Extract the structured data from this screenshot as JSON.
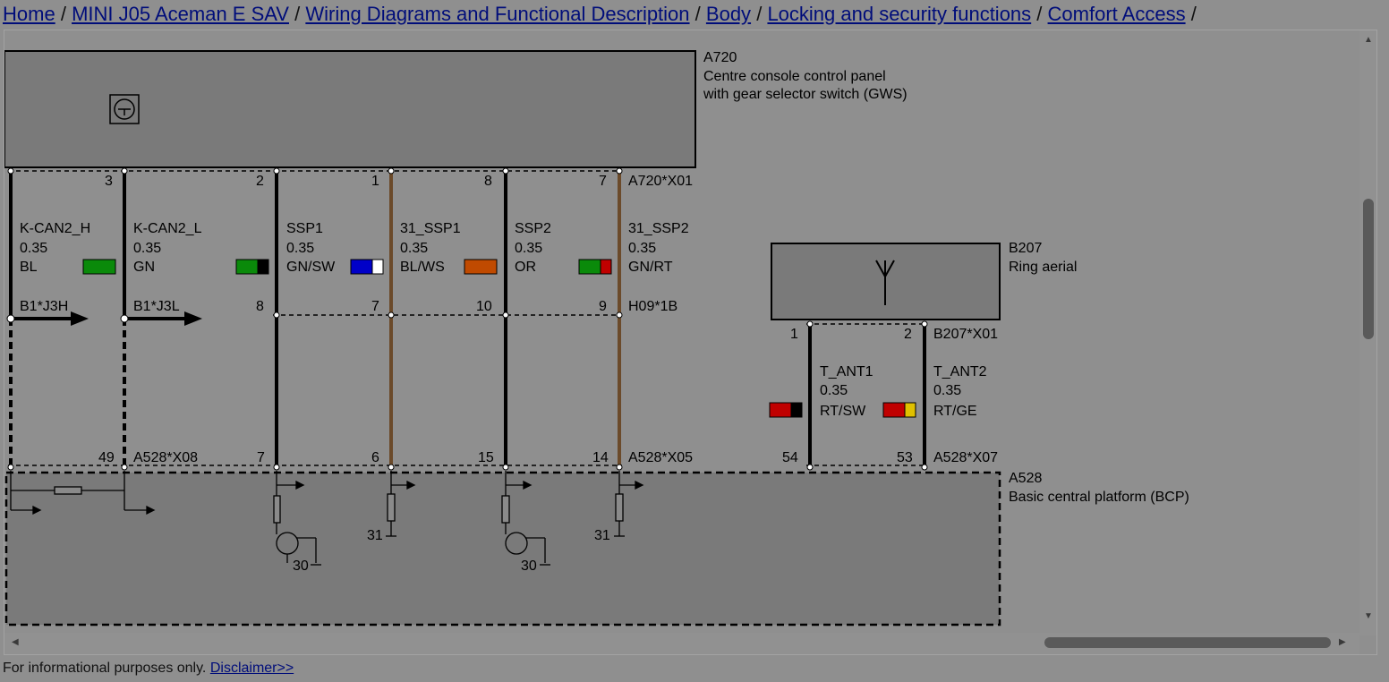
{
  "breadcrumb": [
    {
      "label": "Home"
    },
    {
      "label": "MINI J05 Aceman E SAV"
    },
    {
      "label": "Wiring Diagrams and Functional Description"
    },
    {
      "label": "Body"
    },
    {
      "label": "Locking and security functions"
    },
    {
      "label": "Comfort Access"
    }
  ],
  "separator": "/",
  "diagram": {
    "components": {
      "a720": {
        "id": "A720",
        "line1": "Centre console control panel",
        "line2": "with gear selector switch (GWS)",
        "connector": "A720*X01"
      },
      "b207": {
        "id": "B207",
        "line1": "Ring aerial",
        "connector": "B207*X01"
      },
      "a528": {
        "id": "A528",
        "line1": "Basic central platform (BCP)",
        "connector_x08": "A528*X08",
        "connector_x05": "A528*X05",
        "connector_x07": "A528*X07"
      }
    },
    "wires": [
      {
        "name": "K-CAN2_H",
        "size": "0.35",
        "color": "BL",
        "top_pin": "3",
        "bottom_pin": "49",
        "inline": "B1*J3H",
        "swatch": [
          "#0a8a0a"
        ]
      },
      {
        "name": "K-CAN2_L",
        "size": "0.35",
        "color": "GN",
        "top_pin": "2",
        "bottom_pin": "",
        "inline": "B1*J3L",
        "swatch": [
          "#0a8a0a",
          "#000000"
        ]
      },
      {
        "name": "SSP1",
        "size": "0.35",
        "color": "GN/SW",
        "top_pin": "1",
        "bottom_pin": "7",
        "mid_pin": "8",
        "swatch": [
          "#0000c8",
          "#ffffff"
        ]
      },
      {
        "name": "31_SSP1",
        "size": "0.35",
        "color": "BL/WS",
        "top_pin": "8",
        "bottom_pin": "6",
        "mid_pin": "7",
        "swatch": [
          "#c04a00"
        ]
      },
      {
        "name": "SSP2",
        "size": "0.35",
        "color": "OR",
        "top_pin": "7",
        "bottom_pin": "15",
        "mid_pin": "10",
        "swatch": [
          "#0a8a0a",
          "#c00000"
        ]
      },
      {
        "name": "31_SSP2",
        "size": "0.35",
        "color": "GN/RT",
        "top_pin": "",
        "bottom_pin": "14",
        "mid_pin": "9",
        "inline": "H09*1B"
      },
      {
        "name": "T_ANT1",
        "size": "0.35",
        "color": "RT/SW",
        "top_pin": "1",
        "bottom_pin": "54",
        "swatch": [
          "#c00000",
          "#000000"
        ]
      },
      {
        "name": "T_ANT2",
        "size": "0.35",
        "color": "RT/GE",
        "top_pin": "2",
        "bottom_pin": "53",
        "swatch": [
          "#c00000",
          "#e0c000"
        ]
      }
    ],
    "ground_labels": [
      "31",
      "31"
    ],
    "supply_labels": [
      "30",
      "30"
    ],
    "wire_colors": {
      "black": "#000000",
      "brown": "#6b4a2a"
    }
  },
  "footer": {
    "text": "For informational purposes only.",
    "link": "Disclaimer>>"
  }
}
